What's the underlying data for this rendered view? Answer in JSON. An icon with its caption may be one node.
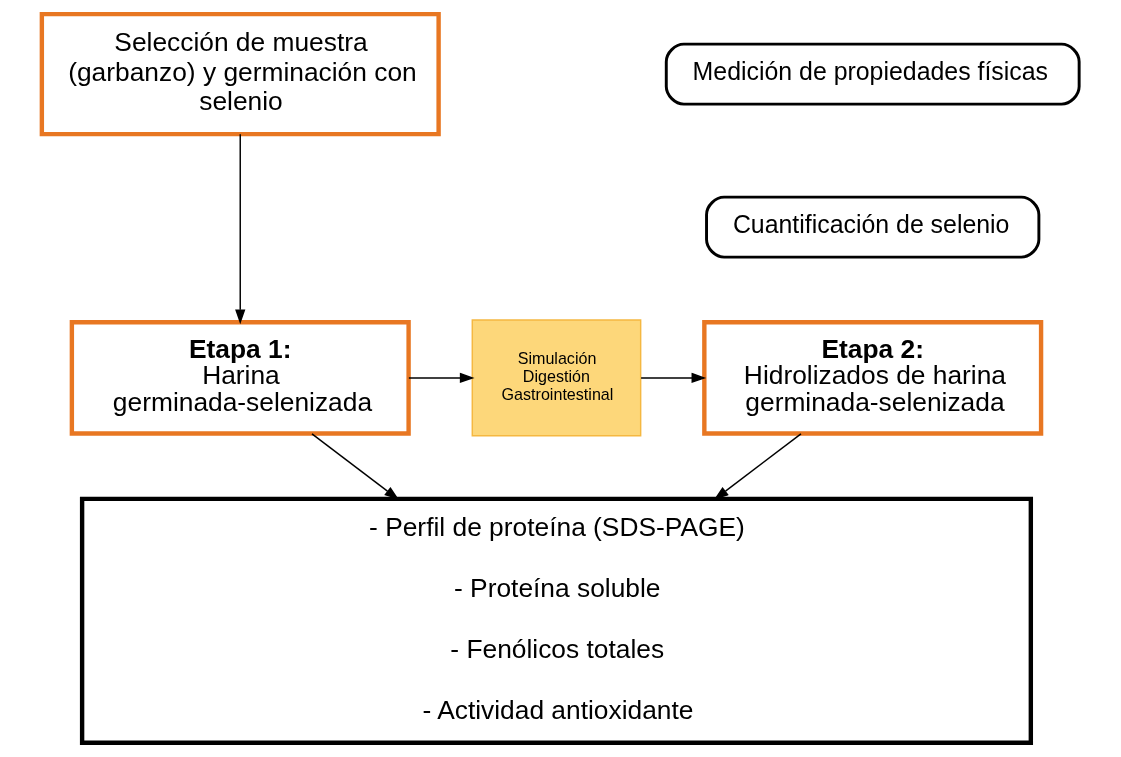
{
  "diagram": {
    "nodes": [
      {
        "text": [
          "Selección de muestra (garbanzo) y germinación con selenio"
        ]
      },
      {
        "text": [
          "Medición de propiedades físicas"
        ]
      },
      {
        "text": [
          "Cuantificación de selenio"
        ]
      },
      {
        "text": [
          "Etapa 1:",
          "Harina germinada-selenizada"
        ]
      },
      {
        "text": [
          "Simulación Digestión Gastrointestinal"
        ]
      },
      {
        "text": [
          "Etapa 2:",
          "Hidrolizados de harina germinada-selenizada"
        ]
      },
      {
        "text": [
          "- Perfil de proteína (SDS-PAGE)",
          "- Proteína soluble",
          "- Fenólicos totales",
          "- Actividad antioxidante"
        ]
      }
    ],
    "edges": [
      {
        "from": 0,
        "to": 3,
        "arrow": "to"
      },
      {
        "from": 3,
        "to": 4,
        "arrow": "to"
      },
      {
        "from": 4,
        "to": 5,
        "arrow": "to"
      },
      {
        "from": 3,
        "to": 6,
        "arrow": "to"
      },
      {
        "from": 5,
        "to": 6,
        "arrow": "to"
      }
    ]
  }
}
